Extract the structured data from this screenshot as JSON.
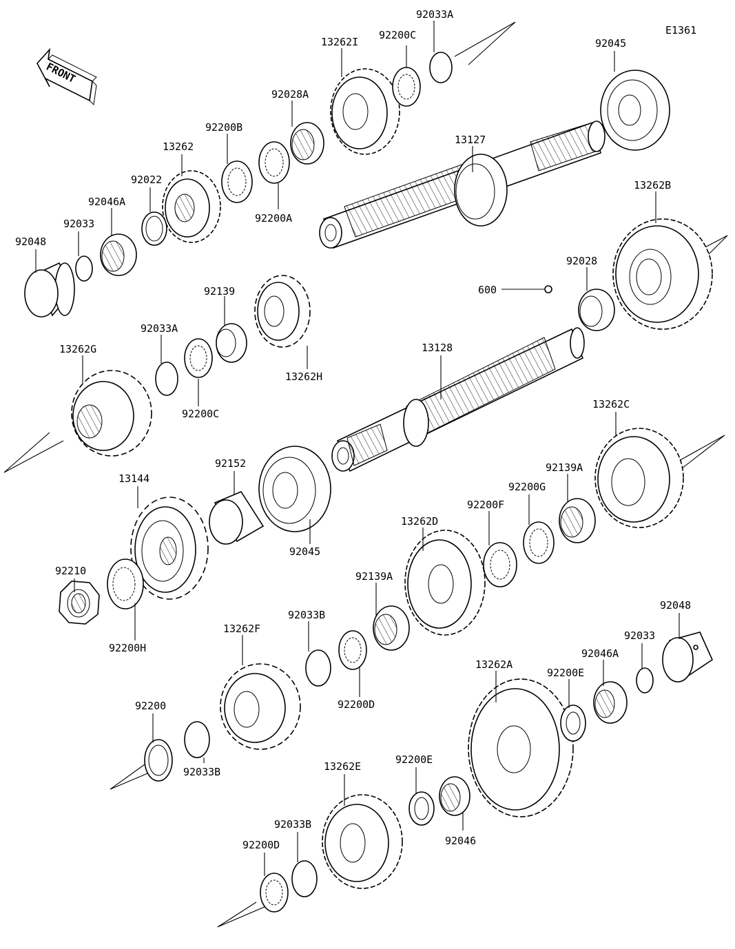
{
  "diagram": {
    "code": "E1361",
    "front_label": "FRONT",
    "labels": [
      {
        "id": "92033A-top",
        "text": "92033A"
      },
      {
        "id": "92200C-top",
        "text": "92200C"
      },
      {
        "id": "13262I",
        "text": "13262I"
      },
      {
        "id": "92028A",
        "text": "92028A"
      },
      {
        "id": "92200B",
        "text": "92200B"
      },
      {
        "id": "92200A",
        "text": "92200A"
      },
      {
        "id": "13262",
        "text": "13262"
      },
      {
        "id": "92022",
        "text": "92022"
      },
      {
        "id": "92046A-top",
        "text": "92046A"
      },
      {
        "id": "92033-top",
        "text": "92033"
      },
      {
        "id": "92048-top",
        "text": "92048"
      },
      {
        "id": "92045-top",
        "text": "92045"
      },
      {
        "id": "13127",
        "text": "13127"
      },
      {
        "id": "13262B",
        "text": "13262B"
      },
      {
        "id": "92028",
        "text": "92028"
      },
      {
        "id": "600",
        "text": "600"
      },
      {
        "id": "92139",
        "text": "92139"
      },
      {
        "id": "92033A-mid",
        "text": "92033A"
      },
      {
        "id": "13262G",
        "text": "13262G"
      },
      {
        "id": "13262H",
        "text": "13262H"
      },
      {
        "id": "92200C-mid",
        "text": "92200C"
      },
      {
        "id": "13128",
        "text": "13128"
      },
      {
        "id": "13262C",
        "text": "13262C"
      },
      {
        "id": "92139A-right",
        "text": "92139A"
      },
      {
        "id": "92200G",
        "text": "92200G"
      },
      {
        "id": "92200F",
        "text": "92200F"
      },
      {
        "id": "13262D",
        "text": "13262D"
      },
      {
        "id": "92152",
        "text": "92152"
      },
      {
        "id": "13144",
        "text": "13144"
      },
      {
        "id": "92045-mid",
        "text": "92045"
      },
      {
        "id": "92210",
        "text": "92210"
      },
      {
        "id": "92200H",
        "text": "92200H"
      },
      {
        "id": "92139A-mid",
        "text": "92139A"
      },
      {
        "id": "92033B-mid",
        "text": "92033B"
      },
      {
        "id": "92200D-mid",
        "text": "92200D"
      },
      {
        "id": "13262F",
        "text": "13262F"
      },
      {
        "id": "92048-bottom",
        "text": "92048"
      },
      {
        "id": "92033-bottom",
        "text": "92033"
      },
      {
        "id": "92046A-bottom",
        "text": "92046A"
      },
      {
        "id": "92200E-right",
        "text": "92200E"
      },
      {
        "id": "13262A",
        "text": "13262A"
      },
      {
        "id": "92200",
        "text": "92200"
      },
      {
        "id": "92033B-low",
        "text": "92033B"
      },
      {
        "id": "13262E",
        "text": "13262E"
      },
      {
        "id": "92200E-low",
        "text": "92200E"
      },
      {
        "id": "92046",
        "text": "92046"
      },
      {
        "id": "92033B-bottom",
        "text": "92033B"
      },
      {
        "id": "92200D-bottom",
        "text": "92200D"
      }
    ]
  }
}
